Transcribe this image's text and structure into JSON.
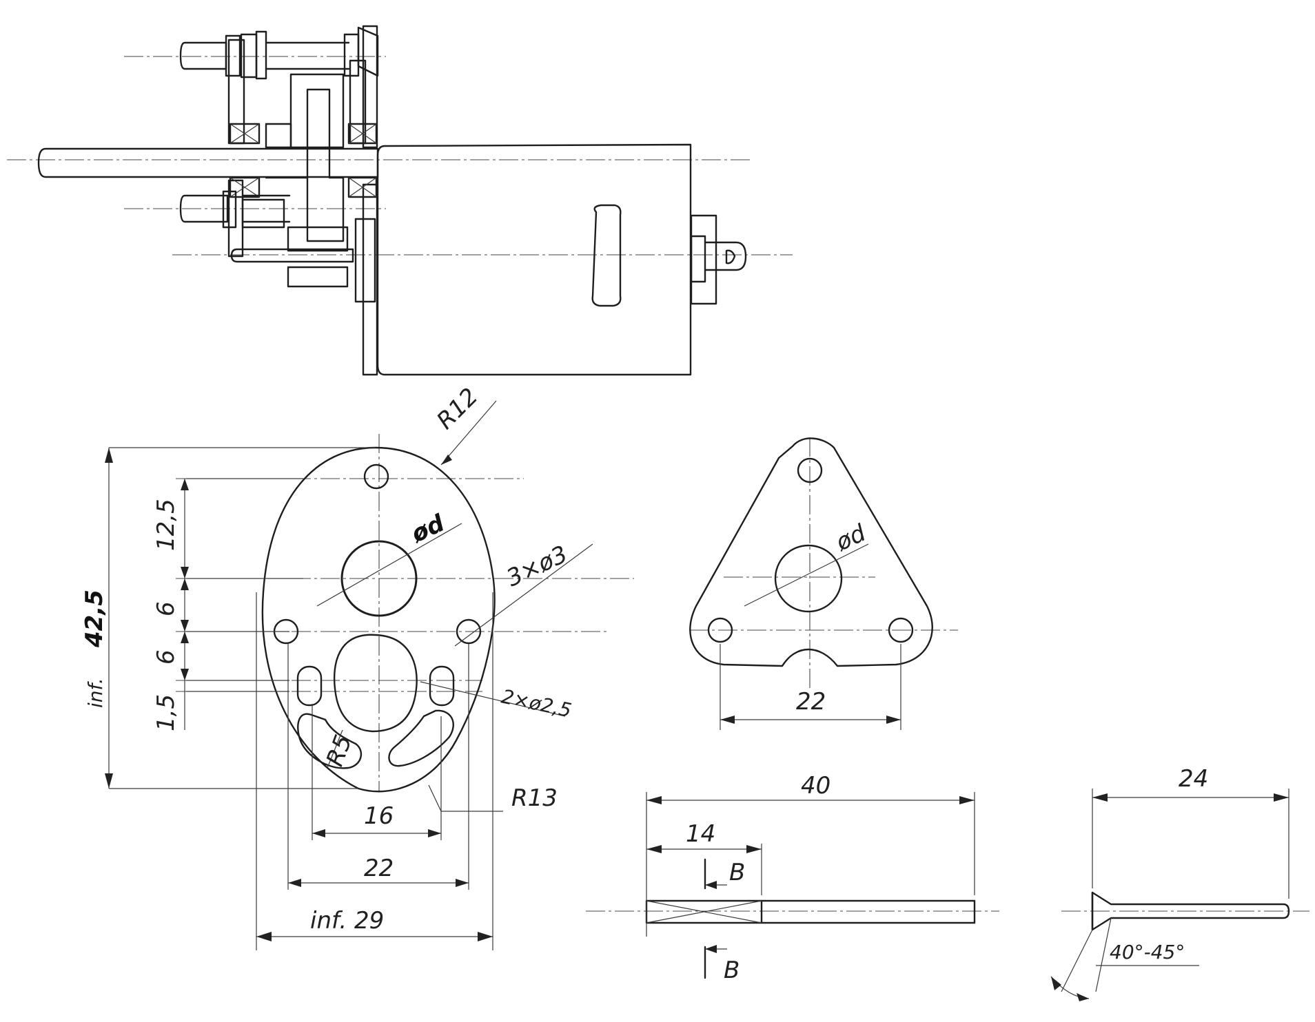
{
  "side_view": {},
  "oval_plate": {
    "r12": "R12",
    "phi_d": "ød",
    "holes_3": "3×ø3",
    "holes_2": "2×ø2,5",
    "r5": "R5",
    "r13": "R13",
    "dim_12_5": "12,5",
    "dim_6a": "6",
    "dim_6b": "6",
    "dim_1_5": "1,5",
    "dim_height_prefix": "inf.",
    "dim_height": "42,5",
    "dim_16": "16",
    "dim_22": "22",
    "dim_width": "inf. 29"
  },
  "triangle_plate": {
    "phi_d": "ød",
    "dim_22": "22"
  },
  "shaft": {
    "dim_40": "40",
    "dim_14": "14",
    "section_top": "B",
    "section_bottom": "B"
  },
  "screw": {
    "dim_24": "24",
    "angle": "40°-45°"
  }
}
